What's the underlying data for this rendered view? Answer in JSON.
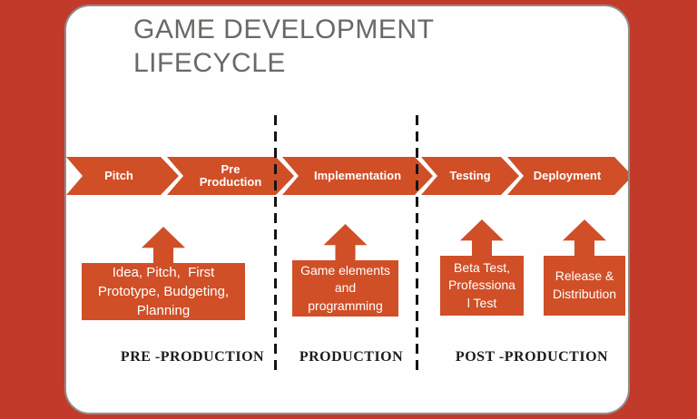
{
  "colors": {
    "background": "#c23b2a",
    "accent": "#d04f27",
    "title": "#6b6865",
    "phase": "#1e1c1a",
    "card_border": "#8f8f8f",
    "card_bg": "#fefefe",
    "stage_text": "#ffffff"
  },
  "title": {
    "text": "GAME DEVELOPMENT\nLIFECYCLE"
  },
  "pipeline": {
    "stages": [
      {
        "label": "Pitch"
      },
      {
        "label": "Pre\nProduction"
      },
      {
        "label": "Implementation"
      },
      {
        "label": "Testing"
      },
      {
        "label": "Deployment"
      }
    ]
  },
  "details": [
    {
      "text": "Idea, Pitch,  First\nPrototype, Budgeting,\nPlanning"
    },
    {
      "text": "Game elements\nand\nprogramming"
    },
    {
      "text": "Beta Test,\nProfessiona\nl Test"
    },
    {
      "text": "Release &\nDistribution"
    }
  ],
  "phases": [
    {
      "label": "PRE -PRODUCTION"
    },
    {
      "label": "PRODUCTION"
    },
    {
      "label": "POST -PRODUCTION"
    }
  ]
}
